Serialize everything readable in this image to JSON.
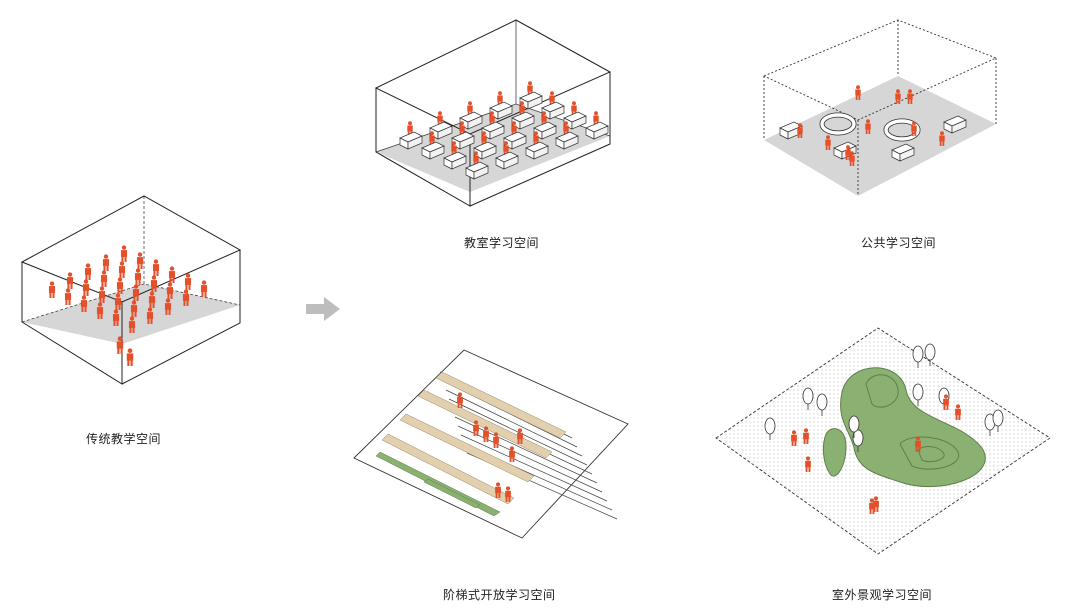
{
  "colors": {
    "person": "#e4502a",
    "floor": "#d6d6d6",
    "box_line": "#222222",
    "grass": "#8ab072",
    "grass_dark": "#5f7f4a",
    "wood": "#e2cfae",
    "arrow": "#bdbdbd"
  },
  "diagrams": [
    {
      "id": "traditional",
      "label": "传统教学空间",
      "icon": "box-with-people"
    },
    {
      "id": "classroom",
      "label": "教室学习空间",
      "icon": "box-with-desks"
    },
    {
      "id": "public",
      "label": "公共学习空间",
      "icon": "dashed-box-with-seats"
    },
    {
      "id": "stepped",
      "label": "阶梯式开放学习空间",
      "icon": "stepped-platform"
    },
    {
      "id": "landscape",
      "label": "室外景观学习空间",
      "icon": "landscape-mounds"
    }
  ],
  "arrow_icon": "right-arrow-icon"
}
